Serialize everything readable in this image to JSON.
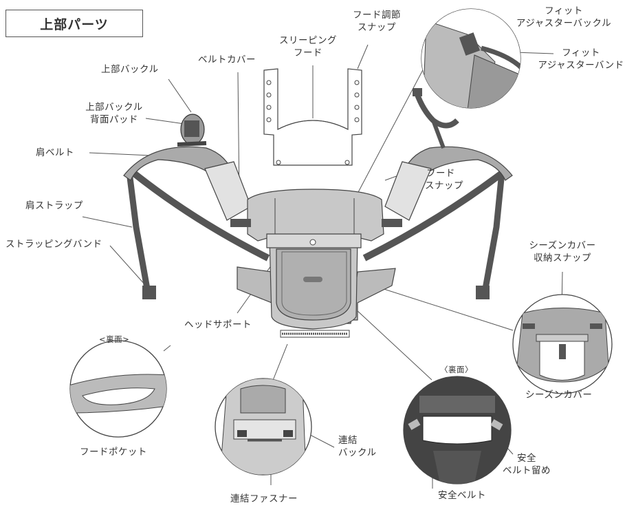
{
  "title": "上部パーツ",
  "labels": {
    "upper_buckle": "上部バックル",
    "upper_buckle_pad_1": "上部バックル",
    "upper_buckle_pad_2": "背面パッド",
    "shoulder_belt": "肩ベルト",
    "shoulder_strap": "肩ストラップ",
    "strapping_band": "ストラッピングバンド",
    "belt_cover": "ベルトカバー",
    "sleeping_hood_1": "スリーピング",
    "sleeping_hood_2": "フード",
    "hood_adjust_snap_1": "フード調節",
    "hood_adjust_snap_2": "スナップ",
    "fit_adjuster_buckle_1": "フィット",
    "fit_adjuster_buckle_2": "アジャスターバックル",
    "fit_adjuster_band_1": "フィット",
    "fit_adjuster_band_2": "アジャスターバンド",
    "hood_snap_1": "フード",
    "hood_snap_2": "スナップ",
    "season_cover_snap_1": "シーズンカバー",
    "season_cover_snap_2": "収納スナップ",
    "season_cover": "シーズンカバー",
    "head_support": "ヘッドサポート",
    "reverse_left": "<裏面>",
    "hood_pocket": "フードポケット",
    "connect_buckle_1": "連結",
    "connect_buckle_2": "バックル",
    "connect_fastener": "連結ファスナー",
    "reverse_right": "〈裏面〉",
    "safety_belt_holder_1": "安全",
    "safety_belt_holder_2": "ベルト留め",
    "safety_belt": "安全ベルト"
  }
}
